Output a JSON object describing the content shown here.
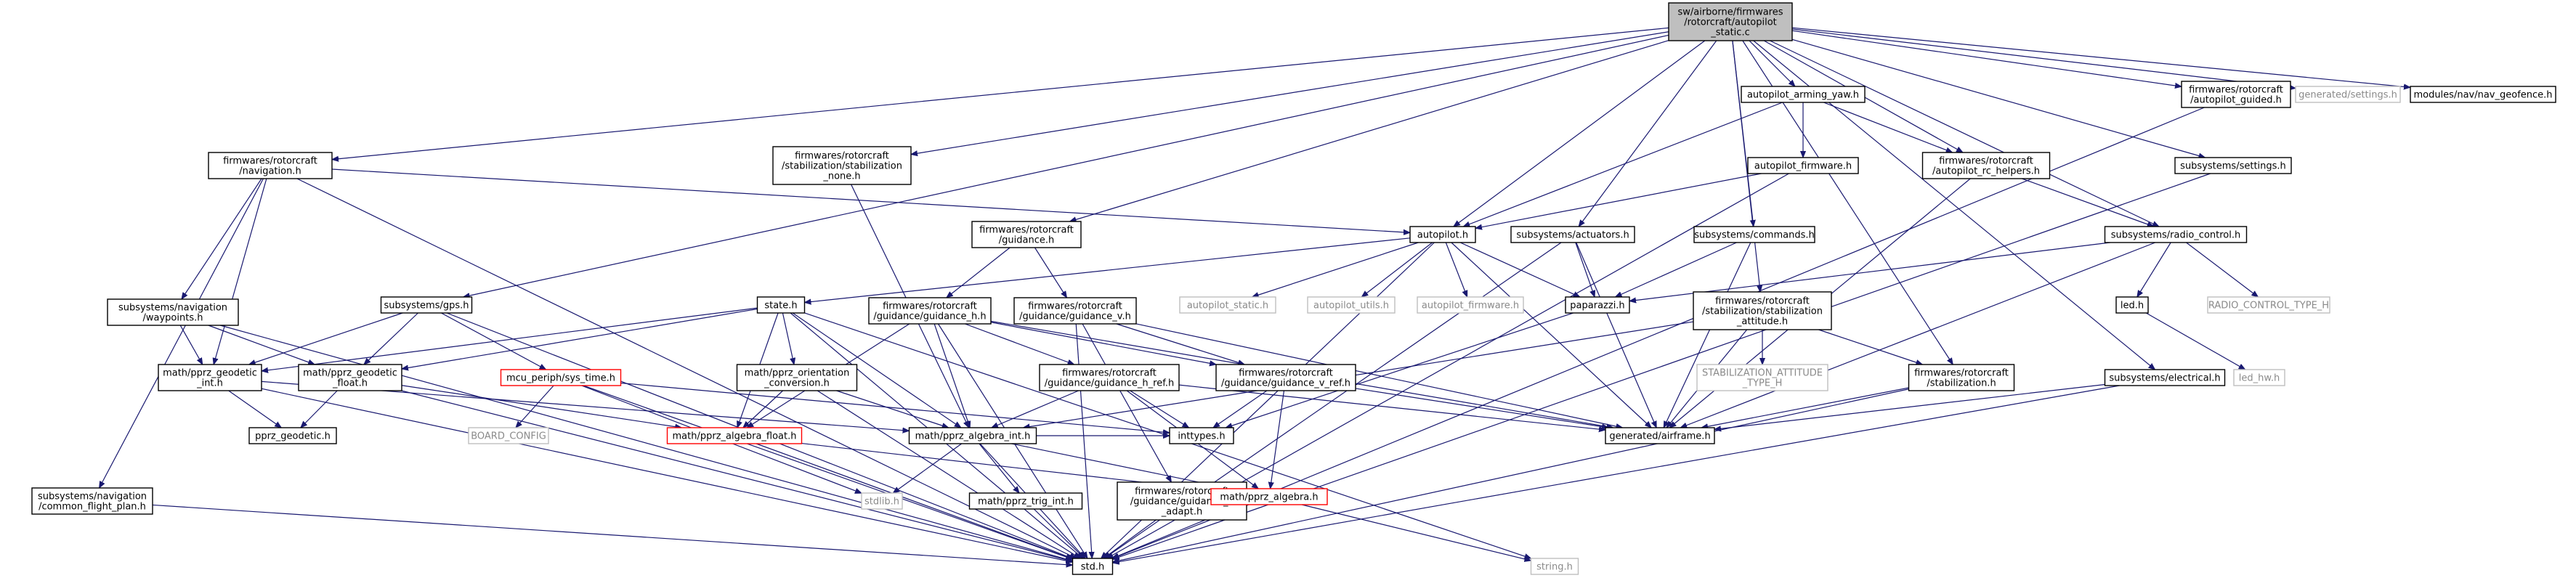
{
  "diagram_title": "",
  "colors": {
    "edge": "#191970",
    "root_fill": "#bfbfbf",
    "normal_border": "#000000",
    "red_border": "#ff0000",
    "gray_border": "#bfbfbf",
    "gray_text": "#8a8a8a"
  },
  "nodes": [
    {
      "id": "n0",
      "style": "root",
      "lines": [
        "sw/airborne/firmwares",
        "/rotorcraft/autopilot",
        "_static.c"
      ]
    },
    {
      "id": "n1",
      "style": "normal",
      "lines": [
        "firmwares/rotorcraft",
        "/navigation.h"
      ]
    },
    {
      "id": "n2",
      "style": "normal",
      "lines": [
        "firmwares/rotorcraft",
        "/stabilization/stabilization",
        "_none.h"
      ]
    },
    {
      "id": "n3",
      "style": "normal",
      "lines": [
        "autopilot_arming_yaw.h"
      ]
    },
    {
      "id": "n4",
      "style": "normal",
      "lines": [
        "firmwares/rotorcraft",
        "/autopilot_guided.h"
      ]
    },
    {
      "id": "n5",
      "style": "gray",
      "lines": [
        "generated/settings.h"
      ]
    },
    {
      "id": "n6",
      "style": "normal",
      "lines": [
        "modules/nav/nav_geofence.h"
      ]
    },
    {
      "id": "n7",
      "style": "normal",
      "lines": [
        "autopilot_firmware.h"
      ]
    },
    {
      "id": "n8",
      "style": "normal",
      "lines": [
        "firmwares/rotorcraft",
        "/autopilot_rc_helpers.h"
      ]
    },
    {
      "id": "n9",
      "style": "normal",
      "lines": [
        "subsystems/settings.h"
      ]
    },
    {
      "id": "n10",
      "style": "normal",
      "lines": [
        "firmwares/rotorcraft",
        "/guidance.h"
      ]
    },
    {
      "id": "n11",
      "style": "normal",
      "lines": [
        "autopilot.h"
      ]
    },
    {
      "id": "n12",
      "style": "normal",
      "lines": [
        "subsystems/actuators.h"
      ]
    },
    {
      "id": "n13",
      "style": "normal",
      "lines": [
        "subsystems/commands.h"
      ]
    },
    {
      "id": "n14",
      "style": "normal",
      "lines": [
        "subsystems/radio_control.h"
      ]
    },
    {
      "id": "n15",
      "style": "normal",
      "lines": [
        "subsystems/gps.h"
      ]
    },
    {
      "id": "n16",
      "style": "normal",
      "lines": [
        "state.h"
      ]
    },
    {
      "id": "n17",
      "style": "normal",
      "lines": [
        "firmwares/rotorcraft",
        "/guidance/guidance_h.h"
      ]
    },
    {
      "id": "n18",
      "style": "normal",
      "lines": [
        "firmwares/rotorcraft",
        "/guidance/guidance_v.h"
      ]
    },
    {
      "id": "n19",
      "style": "gray",
      "lines": [
        "autopilot_static.h"
      ]
    },
    {
      "id": "n20",
      "style": "gray",
      "lines": [
        "autopilot_utils.h"
      ]
    },
    {
      "id": "n21",
      "style": "gray",
      "lines": [
        "autopilot_firmware.h"
      ]
    },
    {
      "id": "n22",
      "style": "normal",
      "lines": [
        "paparazzi.h"
      ]
    },
    {
      "id": "n23",
      "style": "normal",
      "lines": [
        "firmwares/rotorcraft",
        "/stabilization/stabilization",
        "_attitude.h"
      ]
    },
    {
      "id": "n24",
      "style": "normal",
      "lines": [
        "led.h"
      ]
    },
    {
      "id": "n25",
      "style": "gray",
      "lines": [
        "RADIO_CONTROL_TYPE_H"
      ]
    },
    {
      "id": "n26",
      "style": "normal",
      "lines": [
        "subsystems/navigation",
        "/waypoints.h"
      ]
    },
    {
      "id": "n27",
      "style": "normal",
      "lines": [
        "math/pprz_geodetic",
        "_int.h"
      ]
    },
    {
      "id": "n28",
      "style": "normal",
      "lines": [
        "math/pprz_geodetic",
        "_float.h"
      ]
    },
    {
      "id": "n29",
      "style": "red",
      "lines": [
        "mcu_periph/sys_time.h"
      ]
    },
    {
      "id": "n30",
      "style": "normal",
      "lines": [
        "math/pprz_orientation",
        "_conversion.h"
      ]
    },
    {
      "id": "n31",
      "style": "normal",
      "lines": [
        "firmwares/rotorcraft",
        "/guidance/guidance_h_ref.h"
      ]
    },
    {
      "id": "n32",
      "style": "normal",
      "lines": [
        "firmwares/rotorcraft",
        "/guidance/guidance_v_ref.h"
      ]
    },
    {
      "id": "n33",
      "style": "gray",
      "lines": [
        "STABILIZATION_ATTITUDE",
        "_TYPE_H"
      ]
    },
    {
      "id": "n34",
      "style": "normal",
      "lines": [
        "firmwares/rotorcraft",
        "/stabilization.h"
      ]
    },
    {
      "id": "n35",
      "style": "normal",
      "lines": [
        "subsystems/electrical.h"
      ]
    },
    {
      "id": "n36",
      "style": "gray",
      "lines": [
        "led_hw.h"
      ]
    },
    {
      "id": "n37",
      "style": "normal",
      "lines": [
        "pprz_geodetic.h"
      ]
    },
    {
      "id": "n38",
      "style": "gray",
      "lines": [
        "BOARD_CONFIG"
      ]
    },
    {
      "id": "n39",
      "style": "red",
      "lines": [
        "math/pprz_algebra_float.h"
      ]
    },
    {
      "id": "n40",
      "style": "normal",
      "lines": [
        "math/pprz_algebra_int.h"
      ]
    },
    {
      "id": "n41",
      "style": "normal",
      "lines": [
        "inttypes.h"
      ]
    },
    {
      "id": "n42",
      "style": "normal",
      "lines": [
        "generated/airframe.h"
      ]
    },
    {
      "id": "n43",
      "style": "gray",
      "lines": [
        "stdlib.h"
      ]
    },
    {
      "id": "n44",
      "style": "normal",
      "lines": [
        "math/pprz_trig_int.h"
      ]
    },
    {
      "id": "n45",
      "style": "normal",
      "lines": [
        "firmwares/rotorcraft",
        "/guidance/guidance_v",
        "_adapt.h"
      ]
    },
    {
      "id": "n46",
      "style": "red",
      "lines": [
        "math/pprz_algebra.h"
      ]
    },
    {
      "id": "n47",
      "style": "normal",
      "lines": [
        "subsystems/navigation",
        "/common_flight_plan.h"
      ]
    },
    {
      "id": "n48",
      "style": "normal",
      "lines": [
        "std.h"
      ]
    },
    {
      "id": "n49",
      "style": "gray",
      "lines": [
        "string.h"
      ]
    }
  ],
  "edges": [
    [
      "n0",
      "n1"
    ],
    [
      "n0",
      "n2"
    ],
    [
      "n0",
      "n3"
    ],
    [
      "n0",
      "n4"
    ],
    [
      "n0",
      "n5"
    ],
    [
      "n0",
      "n6"
    ],
    [
      "n0",
      "n10"
    ],
    [
      "n0",
      "n11"
    ],
    [
      "n0",
      "n12"
    ],
    [
      "n0",
      "n13"
    ],
    [
      "n0",
      "n14"
    ],
    [
      "n0",
      "n15"
    ],
    [
      "n0",
      "n23"
    ],
    [
      "n0",
      "n34"
    ],
    [
      "n0",
      "n35"
    ],
    [
      "n0",
      "n9"
    ],
    [
      "n0",
      "n8"
    ],
    [
      "n1",
      "n11"
    ],
    [
      "n1",
      "n26"
    ],
    [
      "n1",
      "n27"
    ],
    [
      "n1",
      "n47"
    ],
    [
      "n1",
      "n48"
    ],
    [
      "n2",
      "n40"
    ],
    [
      "n3",
      "n11"
    ],
    [
      "n3",
      "n7"
    ],
    [
      "n3",
      "n8"
    ],
    [
      "n4",
      "n48"
    ],
    [
      "n7",
      "n11"
    ],
    [
      "n7",
      "n48"
    ],
    [
      "n8",
      "n14"
    ],
    [
      "n8",
      "n42"
    ],
    [
      "n9",
      "n48"
    ],
    [
      "n10",
      "n17"
    ],
    [
      "n10",
      "n18"
    ],
    [
      "n11",
      "n16"
    ],
    [
      "n11",
      "n19"
    ],
    [
      "n11",
      "n20"
    ],
    [
      "n11",
      "n21"
    ],
    [
      "n11",
      "n22"
    ],
    [
      "n11",
      "n42"
    ],
    [
      "n11",
      "n48"
    ],
    [
      "n12",
      "n22"
    ],
    [
      "n12",
      "n42"
    ],
    [
      "n12",
      "n48"
    ],
    [
      "n13",
      "n22"
    ],
    [
      "n13",
      "n42"
    ],
    [
      "n14",
      "n22"
    ],
    [
      "n14",
      "n24"
    ],
    [
      "n14",
      "n25"
    ],
    [
      "n14",
      "n42"
    ],
    [
      "n15",
      "n27"
    ],
    [
      "n15",
      "n28"
    ],
    [
      "n15",
      "n29"
    ],
    [
      "n15",
      "n48"
    ],
    [
      "n16",
      "n27"
    ],
    [
      "n16",
      "n28"
    ],
    [
      "n16",
      "n30"
    ],
    [
      "n16",
      "n39"
    ],
    [
      "n16",
      "n40"
    ],
    [
      "n16",
      "n48"
    ],
    [
      "n16",
      "n49"
    ],
    [
      "n17",
      "n31"
    ],
    [
      "n17",
      "n32"
    ],
    [
      "n17",
      "n40"
    ],
    [
      "n17",
      "n42"
    ],
    [
      "n17",
      "n48"
    ],
    [
      "n17",
      "n39"
    ],
    [
      "n18",
      "n32"
    ],
    [
      "n18",
      "n45"
    ],
    [
      "n18",
      "n42"
    ],
    [
      "n18",
      "n48"
    ],
    [
      "n22",
      "n41"
    ],
    [
      "n23",
      "n33"
    ],
    [
      "n23",
      "n34"
    ],
    [
      "n23",
      "n42"
    ],
    [
      "n23",
      "n40"
    ],
    [
      "n24",
      "n36"
    ],
    [
      "n26",
      "n27"
    ],
    [
      "n26",
      "n28"
    ],
    [
      "n26",
      "n48"
    ],
    [
      "n27",
      "n37"
    ],
    [
      "n27",
      "n40"
    ],
    [
      "n27",
      "n48"
    ],
    [
      "n28",
      "n37"
    ],
    [
      "n28",
      "n39"
    ],
    [
      "n28",
      "n48"
    ],
    [
      "n29",
      "n38"
    ],
    [
      "n29",
      "n41"
    ],
    [
      "n29",
      "n43"
    ],
    [
      "n29",
      "n48"
    ],
    [
      "n30",
      "n39"
    ],
    [
      "n30",
      "n40"
    ],
    [
      "n30",
      "n48"
    ],
    [
      "n31",
      "n40"
    ],
    [
      "n31",
      "n41"
    ],
    [
      "n31",
      "n46"
    ],
    [
      "n31",
      "n42"
    ],
    [
      "n32",
      "n41"
    ],
    [
      "n32",
      "n46"
    ],
    [
      "n32",
      "n42"
    ],
    [
      "n34",
      "n42"
    ],
    [
      "n34",
      "n48"
    ],
    [
      "n35",
      "n42"
    ],
    [
      "n35",
      "n48"
    ],
    [
      "n39",
      "n46"
    ],
    [
      "n39",
      "n48"
    ],
    [
      "n40",
      "n41"
    ],
    [
      "n40",
      "n43"
    ],
    [
      "n40",
      "n44"
    ],
    [
      "n40",
      "n46"
    ],
    [
      "n40",
      "n48"
    ],
    [
      "n44",
      "n48"
    ],
    [
      "n45",
      "n48"
    ],
    [
      "n46",
      "n48"
    ],
    [
      "n46",
      "n49"
    ],
    [
      "n47",
      "n48"
    ]
  ]
}
